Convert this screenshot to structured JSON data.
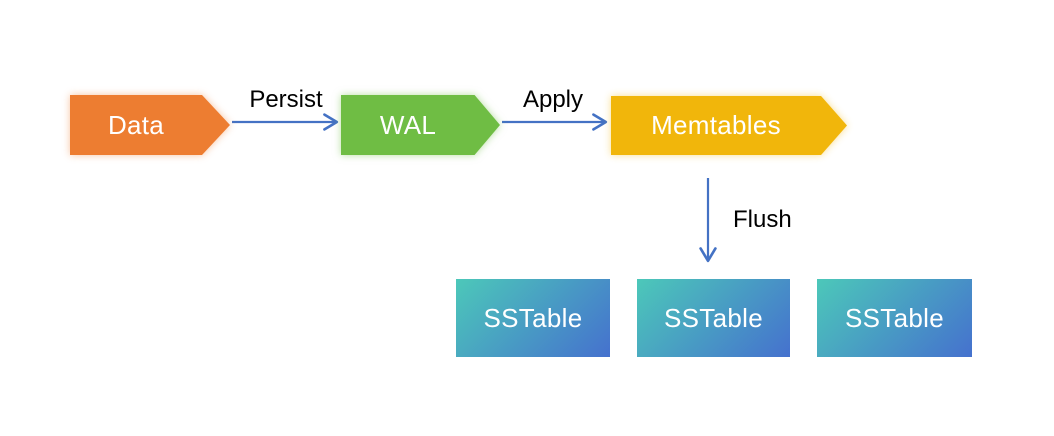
{
  "colors": {
    "background": "#FFFFFF",
    "arrow": "#4472C4",
    "data_node": "#ED7D31",
    "wal_node": "#6FBD44",
    "memtables_node": "#F1B60B",
    "sstable_gradient_start": "#4CC8B9",
    "sstable_gradient_end": "#4571CE",
    "node_text": "#FFFFFF",
    "edge_label_text": "#000000"
  },
  "nodes": {
    "data": {
      "label": "Data"
    },
    "wal": {
      "label": "WAL"
    },
    "memtables": {
      "label": "Memtables"
    },
    "sstables": [
      {
        "label": "SSTable"
      },
      {
        "label": "SSTable"
      },
      {
        "label": "SSTable"
      }
    ]
  },
  "edges": {
    "persist": {
      "label": "Persist"
    },
    "apply": {
      "label": "Apply"
    },
    "flush": {
      "label": "Flush"
    }
  }
}
